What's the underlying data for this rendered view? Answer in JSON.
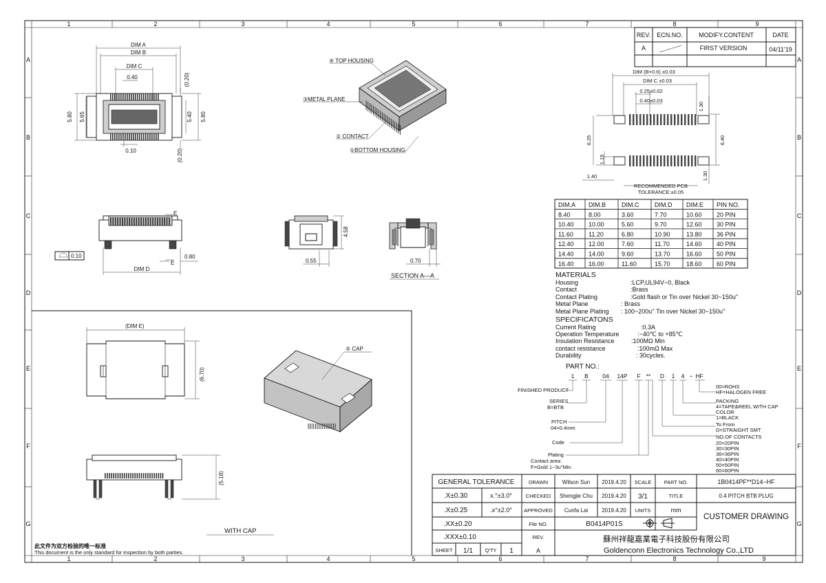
{
  "frame": {
    "col_labels": [
      "1",
      "2",
      "3",
      "4",
      "5",
      "6",
      "7",
      "8",
      "9"
    ],
    "row_labels": [
      "A",
      "B",
      "C",
      "D",
      "E",
      "F",
      "G"
    ]
  },
  "revision": {
    "headers": [
      "REV.",
      "ECN.NO.",
      "MODIFY.CONTENT",
      "DATE"
    ],
    "rows": [
      [
        "A",
        "",
        "FIRST VERSION",
        "04/11'19"
      ]
    ]
  },
  "top_view": {
    "dim_a": "DIM A",
    "dim_b": "DIM B",
    "dim_c": "DIM C",
    "pitch": "0.40",
    "w1": "0.10",
    "h1": "5.80",
    "h2": "5.65",
    "h3": "5.40",
    "h4": "5.80",
    "ref1": "(0.20)",
    "ref2": "(0.20)"
  },
  "iso_labels": [
    "④ TOP HOUSING",
    "③METAL PLANE",
    "② CONTACT",
    "①BOTTOM HOUSING"
  ],
  "pcb": {
    "d_b": "DIM (B+0.6) ±0.03",
    "d_c": "DIM  C  ±0.03",
    "d_025": "0.25±0.02",
    "d_040": "0.40±0.03",
    "v1": "1.30",
    "v2": "6.25",
    "v3": "6.40",
    "v4": "1.15",
    "v5": "1.30",
    "h_140": "1.40",
    "title": "RECOMMENDED  PCB",
    "tol": "TOLERANCE:±0.05"
  },
  "side_view": {
    "e1": "E",
    "e2": "E",
    "w080": "0.80",
    "flat": "0.10",
    "dim_d": "DIM D"
  },
  "end_view": {
    "h": "4.58",
    "w": "0.55"
  },
  "section": {
    "w": "0.70",
    "title": "SECTION  A—A"
  },
  "dim_table": {
    "headers": [
      "DIM.A",
      "DIM.B",
      "DIM.C",
      "DIM.D",
      "DIM.E",
      "PIN  NO."
    ],
    "rows": [
      [
        "8.40",
        "8.00",
        "3.60",
        "7.70",
        "10.60",
        "20  PIN"
      ],
      [
        "10.40",
        "10.00",
        "5.60",
        "9.70",
        "12.60",
        "30  PIN"
      ],
      [
        "11.60",
        "11.20",
        "6.80",
        "10.90",
        "13.80",
        "36  PIN"
      ],
      [
        "12.40",
        "12.00",
        "7.60",
        "11.70",
        "14.60",
        "40  PIN"
      ],
      [
        "14.40",
        "14.00",
        "9.60",
        "13.70",
        "16.60",
        "50  PIN"
      ],
      [
        "16.40",
        "16.00",
        "11.60",
        "15.70",
        "18.60",
        "60  PIN"
      ]
    ]
  },
  "materials": {
    "title": "MATERIALS",
    "items": [
      [
        "Housing",
        ":LCP,UL94V−0,  Black"
      ],
      [
        "Contact",
        ":Brass"
      ],
      [
        "Contact  Plating",
        ":Gold  flash  or  Tin  over  Nickel  30~150u''"
      ],
      [
        "Metal  Plane",
        ":  Brass"
      ],
      [
        "Metal  Plane  Plating",
        ":  100~200u''  Tin  over  Nickel  30~150u''"
      ]
    ]
  },
  "specs": {
    "title": "SPECIFICATONS",
    "items": [
      [
        "Current  Rating",
        ":0.3A"
      ],
      [
        "Operation  Temperature",
        ":−40℃  to  +85℃"
      ],
      [
        "Insulation  Resistance",
        ":100MΩ  Min"
      ],
      [
        "contact  resistance",
        ":100mΩ  Max"
      ],
      [
        "Durability",
        ":  30cycles."
      ]
    ]
  },
  "part_no": {
    "title": "PART  NO.:",
    "chars": [
      "1",
      "B",
      "04",
      "14P",
      "F",
      "**",
      "D",
      "1",
      "4",
      "−",
      "HF"
    ],
    "left_labels": [
      "FINISHED  PRODUCT",
      "SERIES",
      "B=BTB",
      "PITCH",
      "04=0.4mm",
      "Code",
      "Plating",
      "Contact  area:",
      "F=Gold  1−3u''Min"
    ],
    "right_labels": [
      "00=ROHS",
      "HF=HALOGEN  FREE",
      "PACKING",
      "4=TAPE&REEL  WITH  CAP",
      "COLOR",
      "1=BLACK",
      "To  From",
      "D=STRAIGHT  SMT",
      "NO.OF  CONTACTS",
      "20=20PIN",
      "30=30PIN",
      "36=36PIN",
      "40=40PIN",
      "50=50PIN",
      "60=60PIN"
    ]
  },
  "cap_view": {
    "dim_e": "(DIM  E)",
    "h670": "(6.70)",
    "h518": "(5.18)",
    "cap": "⑤ CAP",
    "with_cap": "WITH  CAP"
  },
  "notice": {
    "cn": "此文件为双方检验的唯一标准",
    "en": "This  document  is  the  only  standard  for  inspection  by  both  parties."
  },
  "title_block": {
    "gen_tol": "GENERAL  TOLERANCE",
    "tol": [
      ".X±0.30",
      ".X±0.25",
      ".XX±0.20",
      ".XXX±0.10"
    ],
    "ang": [
      "x.°±3.0°",
      ".x°±2.0°"
    ],
    "drawn": "DRAWN",
    "drawn_by": "Wilson  Sun",
    "drawn_date": "2019.4.20",
    "checked": "CHECKED",
    "checked_by": "Shengjie  Chu",
    "checked_date": "2019.4.20",
    "approved": "APPROVED",
    "approved_by": "Cunfa  Lai",
    "approved_date": "2019.4.20",
    "file_label": "File  NO.",
    "file_no": "B0414P01S",
    "rev_label": "REV.",
    "rev": "A",
    "scale_label": "SCALE",
    "scale": "3/1",
    "units_label": "UNITS",
    "units": "mm",
    "partno_label": "PART  NO.",
    "partno": "1B0414PF**D14−HF",
    "title_label": "TITLE",
    "title": "0.4  PITCH  BTB  PLUG",
    "doc_type": "CUSTOMER  DRAWING",
    "company_cn": "蘇州祥龍嘉業電子科技股份有限公司",
    "company_en": "Goldenconn  Electronics  Technology  Co.,LTD",
    "sheet_label": "SHEET",
    "sheet": "1/1",
    "qty_label": "Q'TY",
    "qty": "1"
  }
}
